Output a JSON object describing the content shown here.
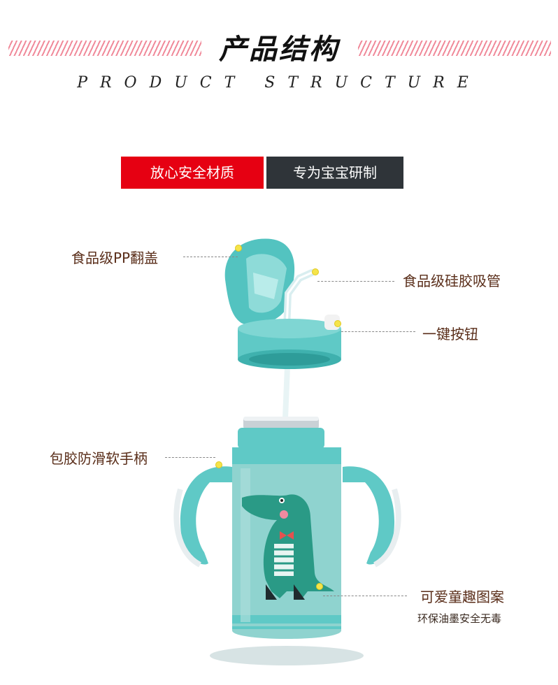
{
  "header": {
    "title": "产品结构",
    "subtitle": "PRODUCT STRUCTURE"
  },
  "tags": {
    "left": "放心安全材质",
    "right": "专为宝宝研制"
  },
  "callouts": {
    "lid": "食品级PP翻盖",
    "straw": "食品级硅胶吸管",
    "button": "一键按钮",
    "handle": "包胶防滑软手柄",
    "pattern": "可爱童趣图案",
    "pattern_note": "环保油墨安全无毒"
  },
  "colors": {
    "accent_red": "#e60012",
    "dark_tag": "#2f3439",
    "bottle_teal": "#5fc9c6",
    "label_brown": "#5a2e1a"
  }
}
